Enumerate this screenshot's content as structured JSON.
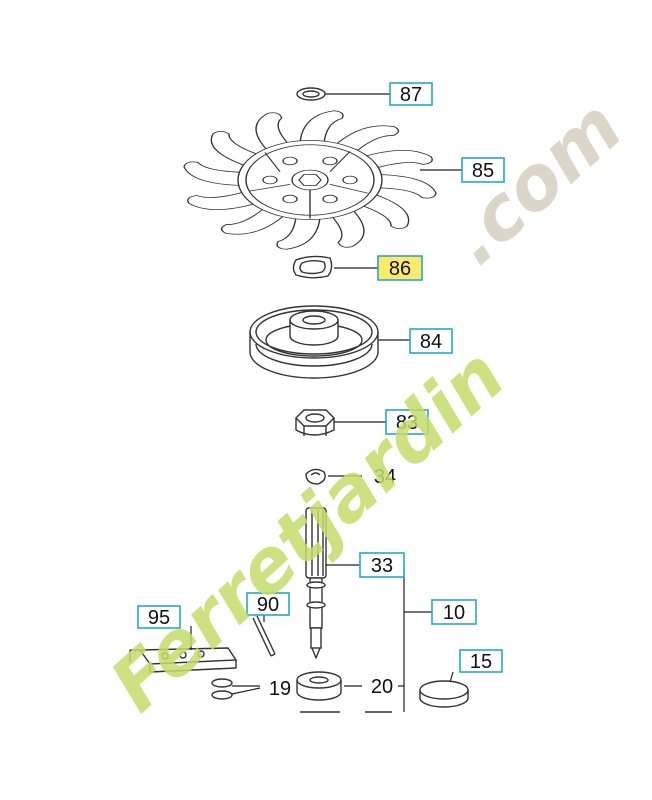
{
  "callouts": [
    {
      "id": "p87",
      "label": "87",
      "boxed": true,
      "highlight": false
    },
    {
      "id": "p85",
      "label": "85",
      "boxed": true,
      "highlight": false
    },
    {
      "id": "p86",
      "label": "86",
      "boxed": true,
      "highlight": true
    },
    {
      "id": "p84",
      "label": "84",
      "boxed": true,
      "highlight": false
    },
    {
      "id": "p83",
      "label": "83",
      "boxed": true,
      "highlight": false
    },
    {
      "id": "p34",
      "label": "34",
      "boxed": false,
      "highlight": false
    },
    {
      "id": "p33",
      "label": "33",
      "boxed": true,
      "highlight": false
    },
    {
      "id": "p10",
      "label": "10",
      "boxed": true,
      "highlight": false
    },
    {
      "id": "p95",
      "label": "95",
      "boxed": true,
      "highlight": false
    },
    {
      "id": "p90",
      "label": "90",
      "boxed": true,
      "highlight": false
    },
    {
      "id": "p15",
      "label": "15",
      "boxed": true,
      "highlight": false
    },
    {
      "id": "p19",
      "label": "19",
      "boxed": false,
      "highlight": false
    },
    {
      "id": "p20",
      "label": "20",
      "boxed": false,
      "highlight": false
    }
  ],
  "watermark": {
    "part1": "Ferretjardin",
    "part2": ".com",
    "color1": "#c6dc6a",
    "color2": "#d8d0c4"
  },
  "colors": {
    "box_border": "#2aa6c8",
    "highlight_fill": "#ffe96a",
    "line": "#333333"
  }
}
